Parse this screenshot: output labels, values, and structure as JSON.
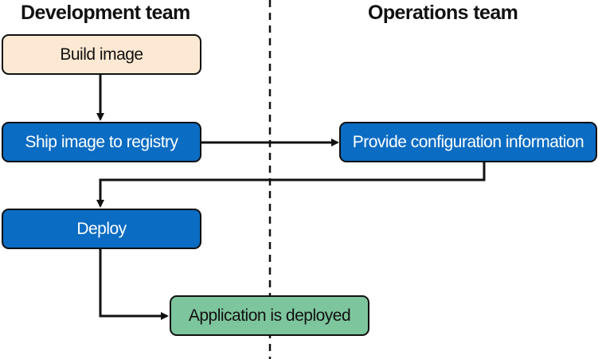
{
  "lanes": {
    "development": "Development team",
    "operations": "Operations team"
  },
  "steps": {
    "build_image": "Build image",
    "ship_image": "Ship image to registry",
    "provide_config": "Provide configuration information",
    "deploy": "Deploy",
    "deployed": "Application is deployed"
  },
  "colors": {
    "blue": "#0a6cc2",
    "peach": "#fde9d3",
    "green": "#7dc59d",
    "stroke": "#111111"
  }
}
